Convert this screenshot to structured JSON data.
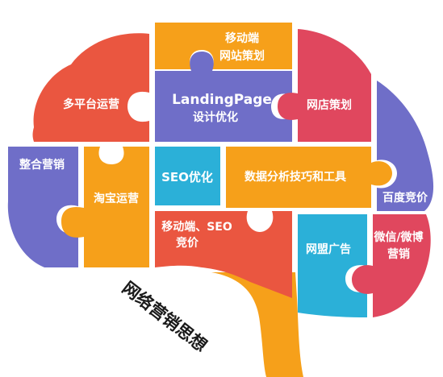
{
  "pieces": {
    "mobile_site_strategy": {
      "line1": "移动端",
      "line2": "网站策划",
      "color": "#f6a01a"
    },
    "multi_platform_ops": {
      "label": "多平台运营",
      "color": "#ea5640"
    },
    "landing_page": {
      "line1": "LandingPage",
      "line2": "设计优化",
      "color": "#6f6ec8"
    },
    "online_store_strategy": {
      "label": "网店策划",
      "color": "#e0475e"
    },
    "integrated_marketing": {
      "label": "整合营销",
      "color": "#6f6ec8"
    },
    "taobao_ops": {
      "label": "淘宝运营",
      "color": "#f6a01a"
    },
    "seo": {
      "label": "SEO优化",
      "color": "#2bb0d8"
    },
    "data_analysis": {
      "label": "数据分析技巧和工具",
      "color": "#f6a01a"
    },
    "baidu_bidding": {
      "label": "百度竞价",
      "color": "#6f6ec8"
    },
    "mobile_seo_bidding": {
      "line1": "移动端、SEO",
      "line2": "竞价",
      "color": "#ea5640"
    },
    "alliance_ads": {
      "label": "网盟广告",
      "color": "#2bb0d8"
    },
    "wechat_weibo": {
      "line1": "微信/微博",
      "line2": "营销",
      "color": "#e0475e"
    }
  },
  "stem": {
    "color": "#f6a01a"
  },
  "caption": {
    "text": "网络营销思想"
  }
}
